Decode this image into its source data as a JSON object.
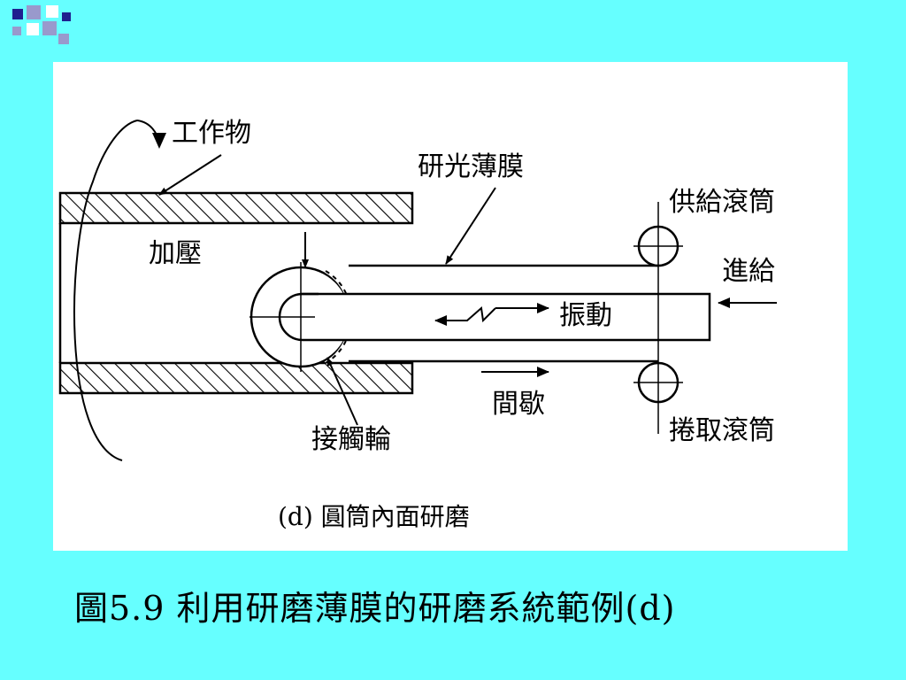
{
  "diagram": {
    "labels": {
      "workpiece": "工作物",
      "film": "研光薄膜",
      "supply_roller": "供給滾筒",
      "pressure": "加壓",
      "feed": "進給",
      "vibration": "振動",
      "intermittent": "間歇",
      "contact_wheel": "接觸輪",
      "takeup_roller": "捲取滾筒"
    },
    "subcaption": "(d) 圓筒內面研磨"
  },
  "caption": "圖5.9 利用研磨薄膜的研磨系統範例(d)",
  "colors": {
    "background": "#66FFFF",
    "panel": "#FFFFFF",
    "navy": "#1F1F8F",
    "lavender": "#9999CC"
  }
}
